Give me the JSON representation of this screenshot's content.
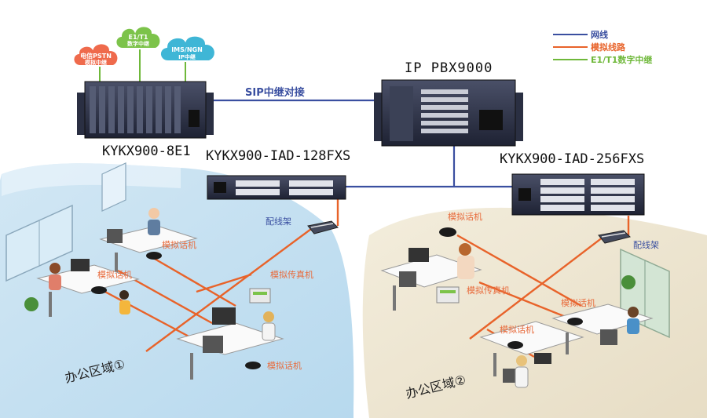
{
  "legend": {
    "network": "网线",
    "analog": "模拟线路",
    "digital": "E1/T1数字中继"
  },
  "clouds": {
    "pstn": [
      "电信PSTN",
      "模拟中继"
    ],
    "e1t1": [
      "E1/T1",
      "数字中继"
    ],
    "ims": [
      "IMS/NGN",
      "IP中继"
    ]
  },
  "devices": {
    "ip_pbx": "IP PBX9000",
    "kykx_8e1": "KYKX900-8E1",
    "iad_128": "KYKX900-IAD-128FXS",
    "iad_256": "KYKX900-IAD-256FXS"
  },
  "link_sip": "SIP中继对接",
  "distribution_frame": "配线架",
  "zone1": {
    "label": "办公区域①",
    "phone_labels": [
      "模拟话机",
      "模拟话机",
      "模拟话机"
    ],
    "fax_label": "模拟传真机"
  },
  "zone2": {
    "label": "办公区域②",
    "phone_labels": [
      "模拟话机",
      "模拟话机",
      "模拟话机"
    ],
    "fax_label": "模拟传真机"
  },
  "colors": {
    "network": "#3a4fa0",
    "analog": "#e8632a",
    "digital": "#6fb83a",
    "cloud_pstn": "#ef6a4c",
    "cloud_e1t1": "#7cc34a",
    "cloud_ims": "#3fb6d6",
    "label_analog": "#e86b3c"
  }
}
